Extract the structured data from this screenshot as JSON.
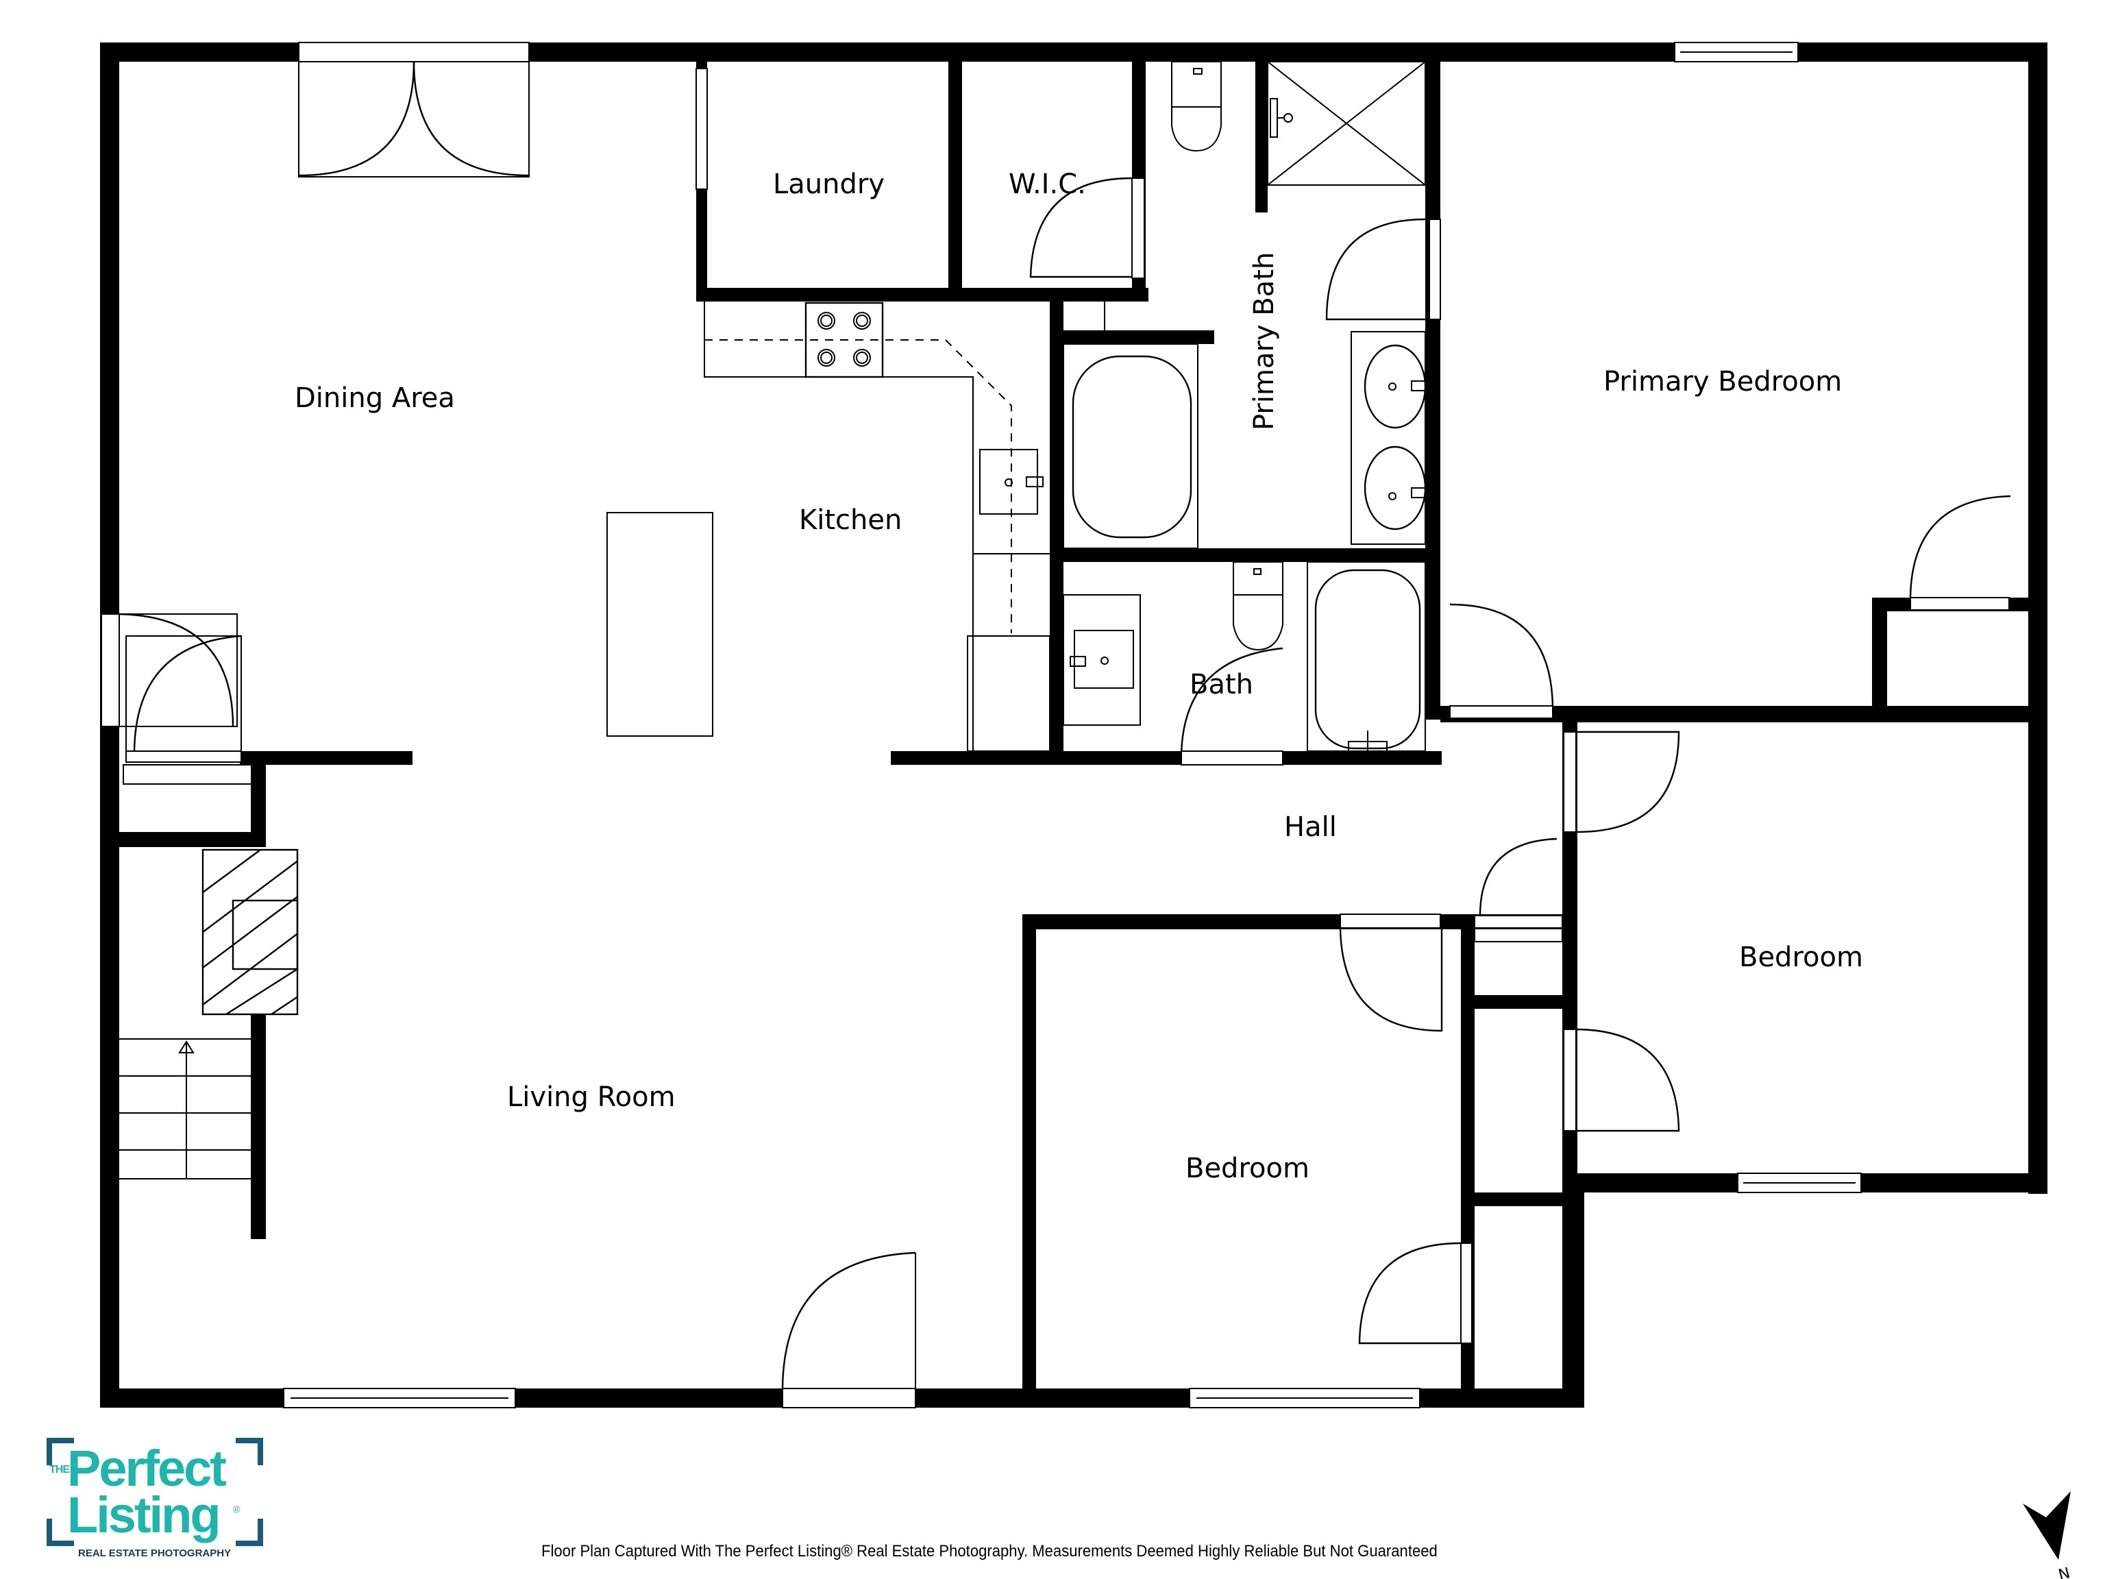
{
  "rooms": {
    "dining_area": "Dining Area",
    "laundry": "Laundry",
    "wic": "W.I.C.",
    "primary_bath": "Primary Bath",
    "primary_bedroom": "Primary Bedroom",
    "kitchen": "Kitchen",
    "bath": "Bath",
    "hall": "Hall",
    "living_room": "Living Room",
    "bedroom_center": "Bedroom",
    "bedroom_right": "Bedroom"
  },
  "compass": {
    "label": "N",
    "icon": "north-arrow-icon"
  },
  "logo": {
    "the": "THE",
    "line1": "Perfect",
    "line2": "Listing",
    "registered": "®",
    "tagline": "REAL ESTATE PHOTOGRAPHY",
    "colors": {
      "primary": "#1fb5ad",
      "secondary": "#1b5a78",
      "tagline": "#1b3a5a"
    }
  },
  "footer": {
    "disclaimer": "Floor Plan Captured With The Perfect Listing® Real Estate Photography. Measurements Deemed Highly Reliable But Not Guaranteed"
  },
  "colors": {
    "wall": "#000000",
    "background": "#ffffff"
  }
}
